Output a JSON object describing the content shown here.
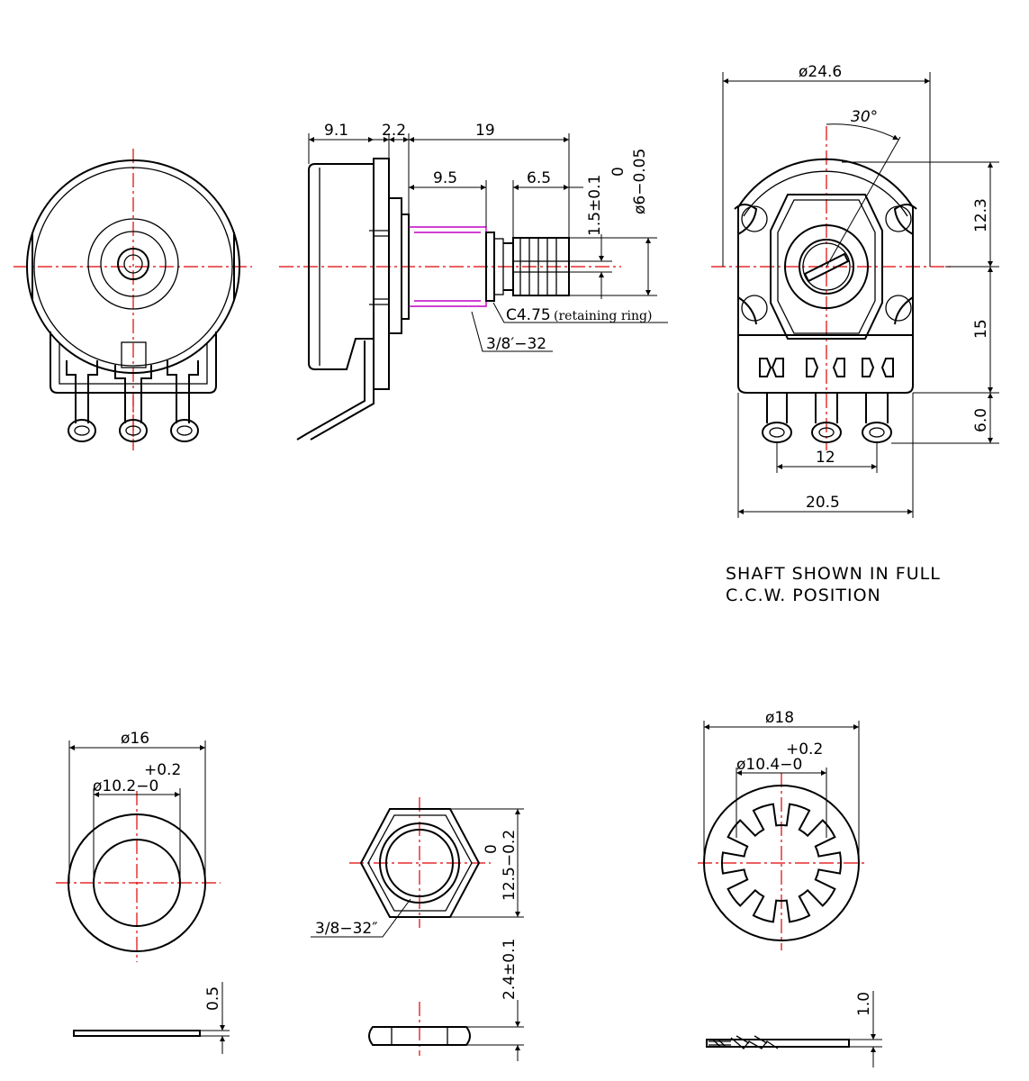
{
  "side_view": {
    "dim_body": "9.1",
    "dim_plate": "2.2",
    "dim_overall": "19",
    "dim_thread": "9.5",
    "dim_knurl": "6.5",
    "dim_slot": "1.5±0.1",
    "dim_shaft_tol_upper": "0",
    "dim_shaft_dia": "ø6−0.05",
    "callout_ring_code": "C4.75",
    "callout_ring_text": "(retaining ring)",
    "callout_thread": "3/8′−32"
  },
  "front_view": {
    "dim_body_dia": "ø24.6",
    "angle": "30°",
    "dim_upper": "12.3",
    "dim_lower": "15",
    "dim_terminal": "6.0",
    "dim_pitch": "12",
    "dim_width": "20.5",
    "note_line1": "SHAFT SHOWN IN FULL",
    "note_line2": "C.C.W. POSITION"
  },
  "washer": {
    "dim_outer": "ø16",
    "dim_inner_tol_upper": "+0.2",
    "dim_inner": "ø10.2−0",
    "dim_thickness": "0.5"
  },
  "nut": {
    "dim_tol_upper": "0",
    "dim_across_flats": "12.5−0.2",
    "callout_thread": "3/8−32″",
    "dim_thickness": "2.4±0.1"
  },
  "lock_washer": {
    "dim_outer": "ø18",
    "dim_inner_tol_upper": "+0.2",
    "dim_inner": "ø10.4−0",
    "dim_thickness": "1.0"
  }
}
